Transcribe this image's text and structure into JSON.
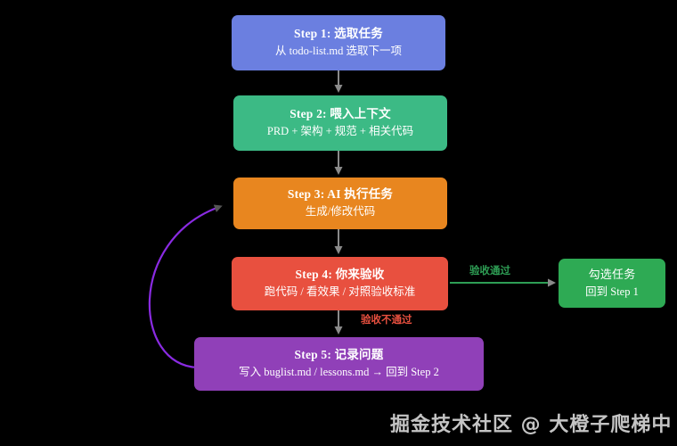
{
  "diagram": {
    "type": "flowchart",
    "direction": "top-to-bottom",
    "background": "#000000",
    "nodes": [
      {
        "id": "n1",
        "title": "Step 1: 选取任务",
        "subtitle": "从 todo-list.md 选取下一项",
        "color": "#6b7fe0"
      },
      {
        "id": "n2",
        "title": "Step 2: 喂入上下文",
        "subtitle": "PRD + 架构 + 规范 + 相关代码",
        "color": "#3cba85"
      },
      {
        "id": "n3",
        "title": "Step 3: AI 执行任务",
        "subtitle": "生成/修改代码",
        "color": "#e8861f"
      },
      {
        "id": "n4",
        "title": "Step 4: 你来验收",
        "subtitle": "跑代码 / 看效果 / 对照验收标准",
        "color": "#e8503f"
      },
      {
        "id": "n5",
        "title": "Step 5: 记录问题",
        "subtitle": "写入 buglist.md / lessons.md → 回到 Step 2",
        "color": "#9040b8"
      },
      {
        "id": "n6",
        "title": "勾选任务",
        "subtitle": "回到 Step 1",
        "color": "#2eaa54"
      }
    ],
    "edge_labels": {
      "pass": "验收通过",
      "fail": "验收不通过"
    },
    "edge_colors": {
      "default": "#808080",
      "pass": "#2e9e55",
      "fail": "#e8503f",
      "loop": "#8a2be2"
    }
  },
  "watermark": {
    "text": "掘金技术社区 @ 大橙子爬梯中"
  }
}
